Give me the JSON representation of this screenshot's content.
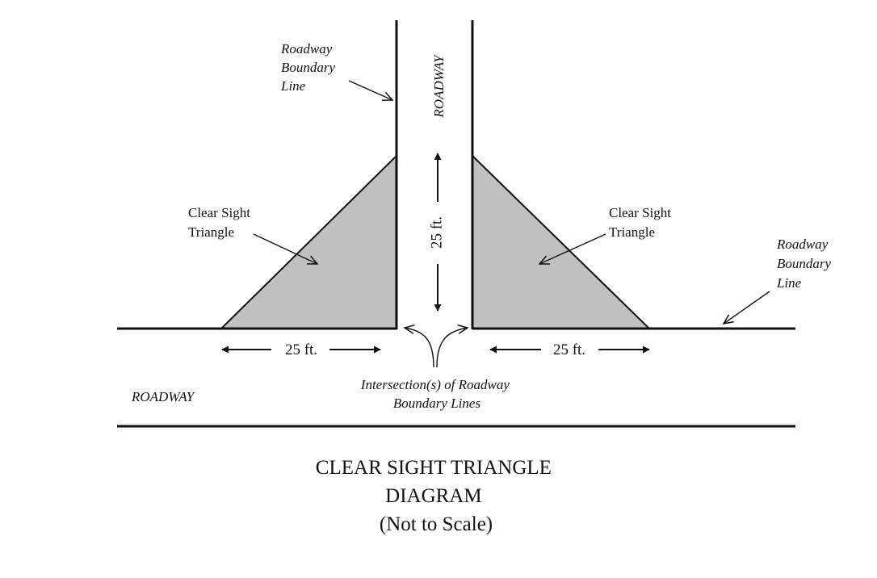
{
  "labels": {
    "roadway_vertical": "ROADWAY",
    "roadway_horizontal": "ROADWAY",
    "boundary_line_top": [
      "Roadway",
      "Boundary",
      "Line"
    ],
    "boundary_line_right": [
      "Roadway",
      "Boundary",
      "Line"
    ],
    "clear_sight_left": [
      "Clear Sight",
      "Triangle"
    ],
    "clear_sight_right": [
      "Clear Sight",
      "Triangle"
    ],
    "intersection": [
      "Intersection(s) of Roadway",
      "Boundary Lines"
    ],
    "dim_vertical": "25 ft.",
    "dim_left": "25 ft.",
    "dim_right": "25 ft."
  },
  "title": [
    "CLEAR SIGHT TRIANGLE",
    "DIAGRAM",
    "(Not to Scale)"
  ],
  "colors": {
    "triangle_fill": "#c0c0c0",
    "line": "#111111",
    "background": "#ffffff"
  }
}
